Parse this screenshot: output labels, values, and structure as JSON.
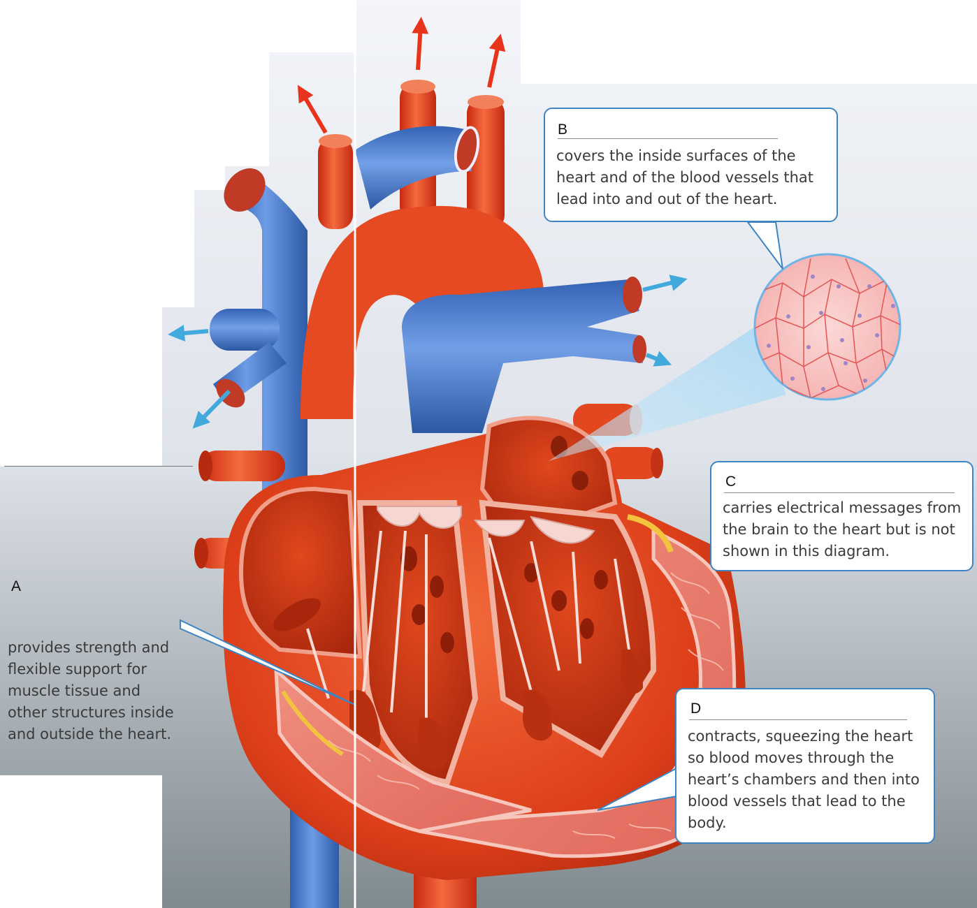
{
  "labels": {
    "a": {
      "letter": "A",
      "description": "provides strength and flexible support for muscle tissue and other structures inside and outside the heart."
    },
    "b": {
      "letter": "B",
      "description": "covers the inside surfaces of the heart and of the blood vessels that lead into and out of the heart."
    },
    "c": {
      "letter": "C",
      "description": "carries electrical messages from the brain to the heart but is not shown in this diagram."
    },
    "d": {
      "letter": "D",
      "description": "contracts, squeezing the heart so blood moves through the heart’s chambers and then into blood vessels that lead to the body."
    }
  },
  "colors": {
    "vein_blue": "#4a7fd0",
    "artery_red": "#e8401e",
    "muscle_pink": "#e98074",
    "callout_border": "#3d84c4",
    "arrow_red": "#e8341c",
    "arrow_blue": "#41a9dc"
  }
}
